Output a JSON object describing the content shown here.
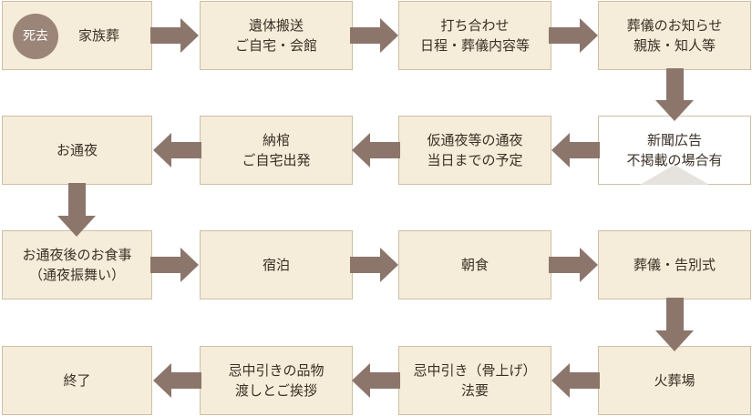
{
  "flow": {
    "row1": {
      "start_badge": "死去",
      "b1": "家族葬",
      "b2": "遺体搬送\nご自宅・会館",
      "b3": "打ち合わせ\n日程・葬儀内容等",
      "b4": "葬儀のお知らせ\n親族・知人等"
    },
    "row2": {
      "b1": "お通夜",
      "b2": "納棺\nご自宅出発",
      "b3": "仮通夜等の通夜\n当日までの予定",
      "b4": "新聞広告\n不掲載の場合有"
    },
    "row3": {
      "b1": "お通夜後のお食事\n（通夜振舞い）",
      "b2": "宿泊",
      "b3": "朝食",
      "b4": "葬儀・告別式"
    },
    "row4": {
      "b1": "終了",
      "b2": "忌中引きの品物\n渡しとご挨拶",
      "b3": "忌中引き（骨上げ）\n法要",
      "b4": "火葬場"
    }
  },
  "colors": {
    "box_fill": "#f5ecd9",
    "box_border": "#cdbfa6",
    "arrow": "#8c766b",
    "badge": "#9a8578"
  }
}
